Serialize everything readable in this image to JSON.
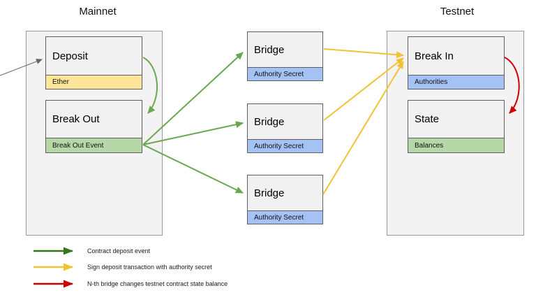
{
  "sections": {
    "mainnet_title": "Mainnet",
    "testnet_title": "Testnet"
  },
  "mainnet": {
    "deposit": {
      "title": "Deposit",
      "strip": "Ether"
    },
    "break_out": {
      "title": "Break Out",
      "strip": "Break Out Event"
    }
  },
  "bridges": [
    {
      "title": "Bridge",
      "strip": "Authority Secret"
    },
    {
      "title": "Bridge",
      "strip": "Authority Secret"
    },
    {
      "title": "Bridge",
      "strip": "Authority Secret"
    }
  ],
  "testnet": {
    "break_in": {
      "title": "Break In",
      "strip": "Authorities"
    },
    "state": {
      "title": "State",
      "strip": "Balances"
    }
  },
  "legend": [
    {
      "label": "Contract deposit event"
    },
    {
      "label": "Sign deposit transaction with authority secret"
    },
    {
      "label": "N-th bridge changes testnet contract state balance"
    }
  ],
  "colors": {
    "container_fill": "#f3f3f3",
    "container_border": "#999999",
    "node_fill": "#f1f1f1",
    "node_border": "#5e5e5e",
    "strip_yellow": "#ffe599",
    "strip_green": "#b6d7a8",
    "strip_blue": "#a4c2f4",
    "arrow_green": "#6aa84f",
    "arrow_yellow": "#f1c232",
    "arrow_red": "#cc0000",
    "arrow_gray": "#666666",
    "legend_green": "#38761d",
    "legend_yellow": "#f1c232",
    "legend_red": "#cc0000"
  }
}
